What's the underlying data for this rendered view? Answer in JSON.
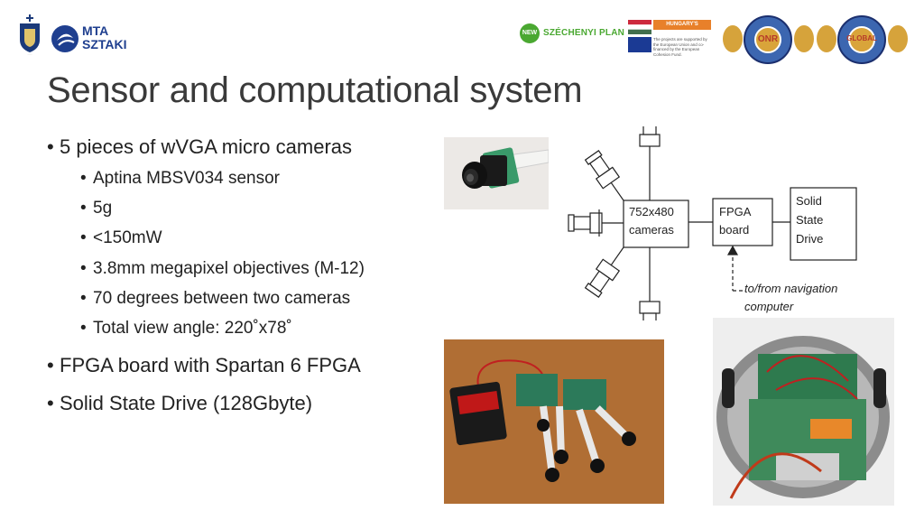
{
  "header": {
    "sztaki_logo": "MTA SZTAKI",
    "szechenyi_plan": "SZÉCHENYI PLAN",
    "szechenyi_new": "NEW",
    "hungarys_renewal": "HUNGARY'S RENEWAL",
    "renewal_small": "The projects are supported by the European Union and co-financed by the European Cohesion Fund.",
    "onr_seal": "ONR",
    "global_seal": "GLOBAL"
  },
  "title": "Sensor and computational system",
  "bullets": [
    {
      "text": "5 pieces of wVGA micro cameras",
      "sub": [
        "Aptina MBSV034 sensor",
        "5g",
        "<150mW",
        "3.8mm megapixel objectives (M-12)",
        "70 degrees between two cameras",
        "Total view angle: 220˚x78˚"
      ]
    },
    {
      "text": "FPGA board with Spartan 6 FPGA",
      "sub": []
    },
    {
      "text": "Solid State Drive (128Gbyte)",
      "sub": []
    }
  ],
  "diagram": {
    "cameras_box": [
      "752x480",
      "cameras"
    ],
    "fpga_box": [
      "FPGA",
      "board"
    ],
    "ssd_box": [
      "Solid",
      "State",
      "Drive"
    ],
    "nav_label": [
      "to/from navigation",
      "computer"
    ]
  }
}
